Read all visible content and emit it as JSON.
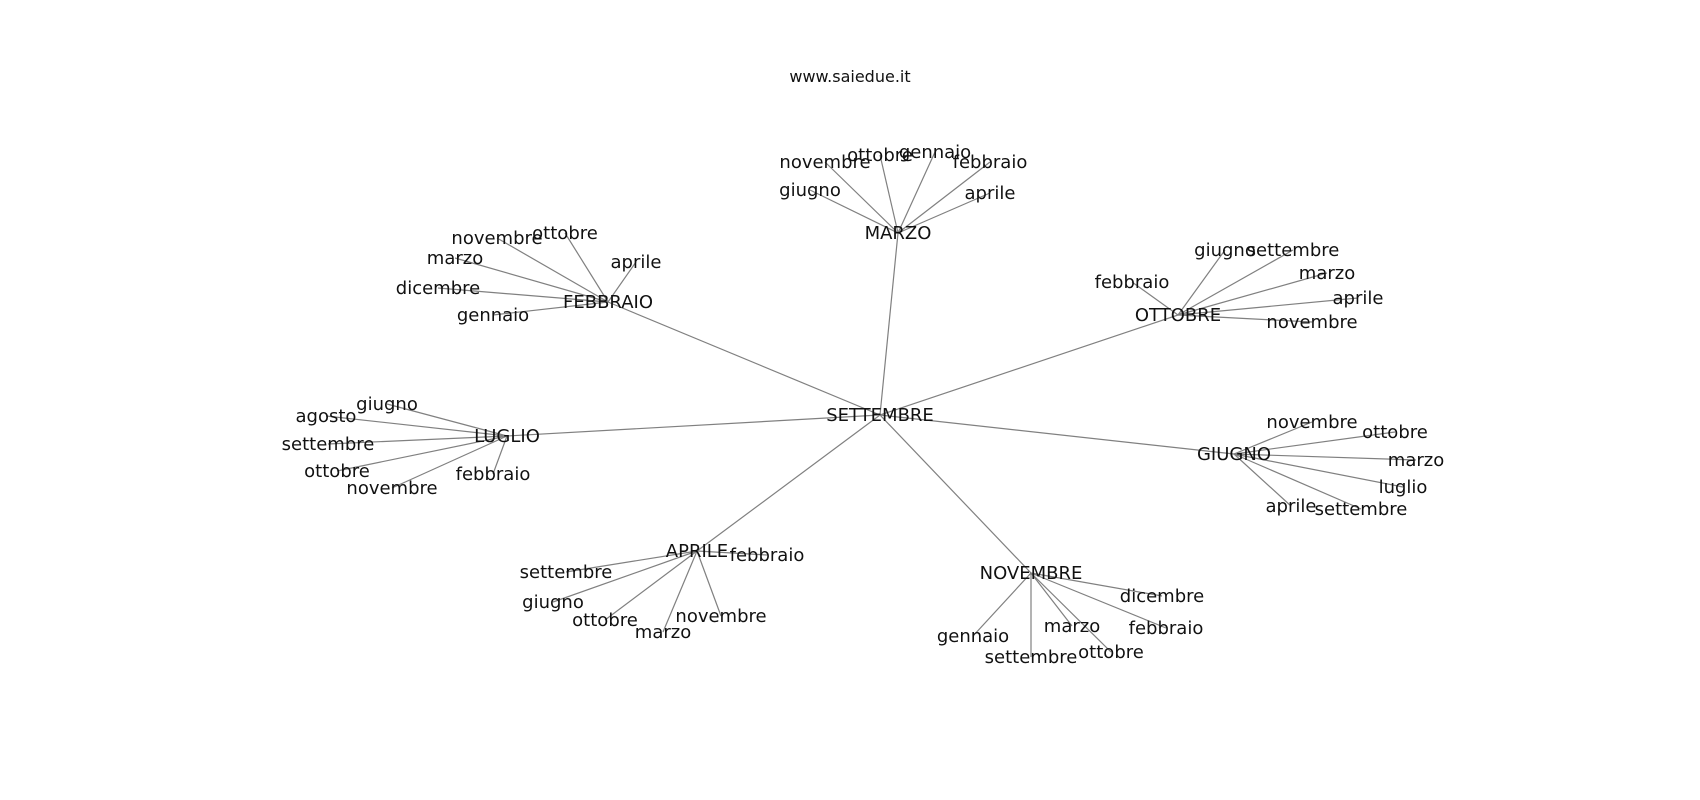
{
  "title": "www.saiedue.it",
  "root": "SETTEMBRE",
  "groups": [
    {
      "name": "MARZO",
      "children": [
        "novembre",
        "ottobre",
        "gennaio",
        "febbraio",
        "giugno",
        "aprile"
      ]
    },
    {
      "name": "FEBBRAIO",
      "children": [
        "ottobre",
        "novembre",
        "aprile",
        "marzo",
        "dicembre",
        "gennaio"
      ]
    },
    {
      "name": "OTTOBRE",
      "children": [
        "giugno",
        "settembre",
        "marzo",
        "febbraio",
        "aprile",
        "novembre"
      ]
    },
    {
      "name": "LUGLIO",
      "children": [
        "giugno",
        "agosto",
        "settembre",
        "ottobre",
        "novembre",
        "febbraio"
      ]
    },
    {
      "name": "GIUGNO",
      "children": [
        "novembre",
        "ottobre",
        "marzo",
        "luglio",
        "aprile",
        "settembre"
      ]
    },
    {
      "name": "APRILE",
      "children": [
        "febbraio",
        "settembre",
        "giugno",
        "ottobre",
        "marzo",
        "novembre"
      ]
    },
    {
      "name": "NOVEMBRE",
      "children": [
        "dicembre",
        "febbraio",
        "marzo",
        "ottobre",
        "gennaio",
        "settembre"
      ]
    }
  ]
}
